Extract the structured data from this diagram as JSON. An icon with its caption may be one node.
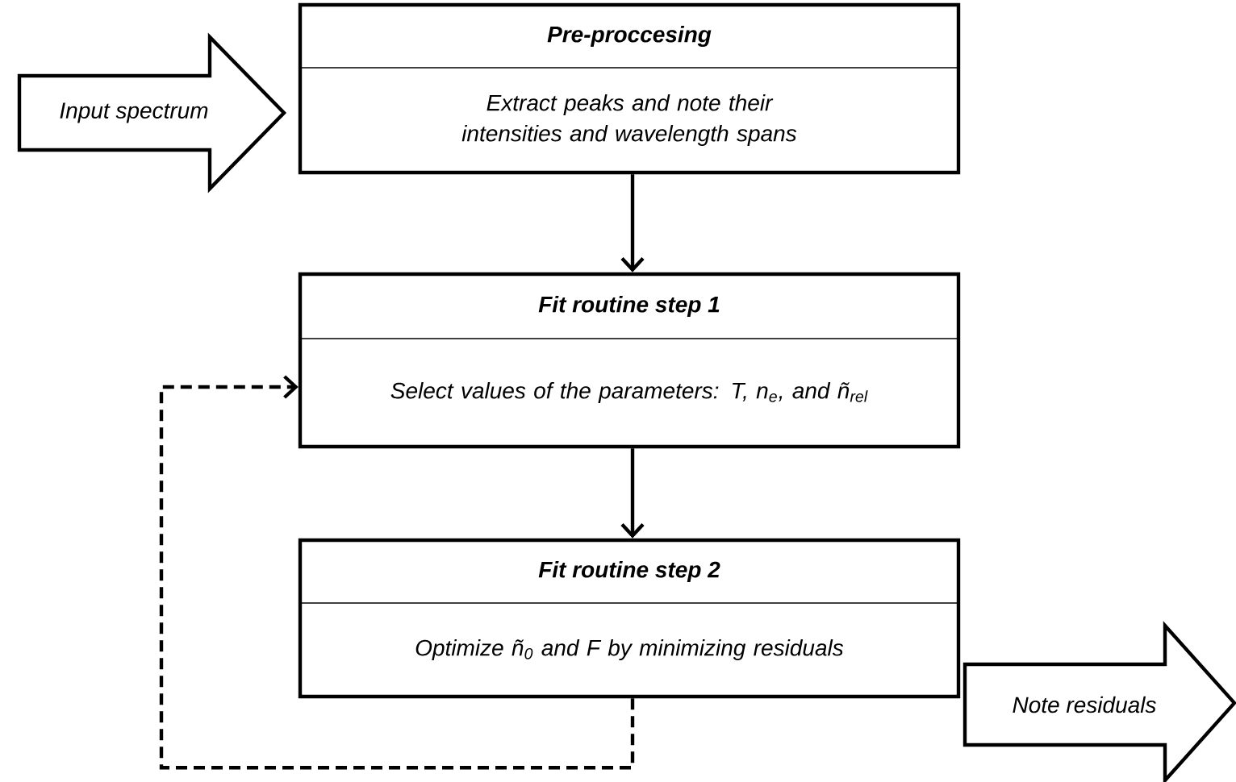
{
  "diagram": {
    "nodes": [
      {
        "text": [
          "Pre-proccesing",
          "Extract peaks and note their intensities and wavelength spans"
        ]
      },
      {
        "text": [
          "Fit routine step 1",
          "Select values of the parameters: *T*, *n*$_{e}$, and ñ$_{rel}$"
        ]
      },
      {
        "text": [
          "Fit routine step 2",
          "Optimize ñ$_{0}$ and *F* by minimizing residuals"
        ]
      },
      {
        "text": [
          "Input spectrum"
        ]
      },
      {
        "text": [
          "Note residuals"
        ]
      }
    ],
    "edges": [
      {
        "from": 0,
        "to": 1,
        "arrow": "to"
      },
      {
        "from": 1,
        "to": 2,
        "arrow": "to"
      },
      {
        "from": 2,
        "to": 1,
        "arrow": "to",
        "style": "dashed"
      }
    ]
  }
}
